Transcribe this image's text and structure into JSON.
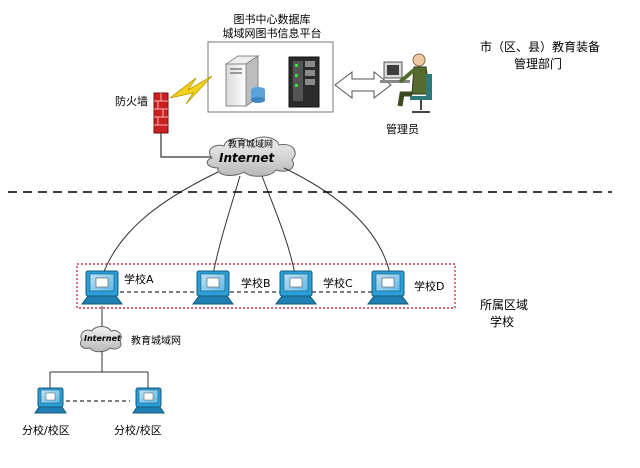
{
  "platform": {
    "title_line1": "图书中心数据库",
    "title_line2": "城域网图书信息平台"
  },
  "labels": {
    "firewall": "防火墙",
    "admin": "管理员",
    "dept_line1": "市（区、县）教育装备",
    "dept_line2": "管理部门",
    "area_line1": "所属区域",
    "area_line2": "学校",
    "branch_network": "教育城域网"
  },
  "cloud_top": {
    "title": "教育城域网",
    "word": "Internet"
  },
  "cloud_small": {
    "word": "Internet"
  },
  "schools": [
    {
      "label": "学校A"
    },
    {
      "label": "学校B"
    },
    {
      "label": "学校C"
    },
    {
      "label": "学校D"
    }
  ],
  "branches": [
    {
      "label": "分校/校区"
    },
    {
      "label": "分校/校区"
    }
  ],
  "colors": {
    "firewall": "#cc1f1f",
    "lightning": "#f5d21a",
    "monitor": "#2a9fd8",
    "dotted_box": "#d0374d",
    "dashed_divider": "#000000"
  }
}
